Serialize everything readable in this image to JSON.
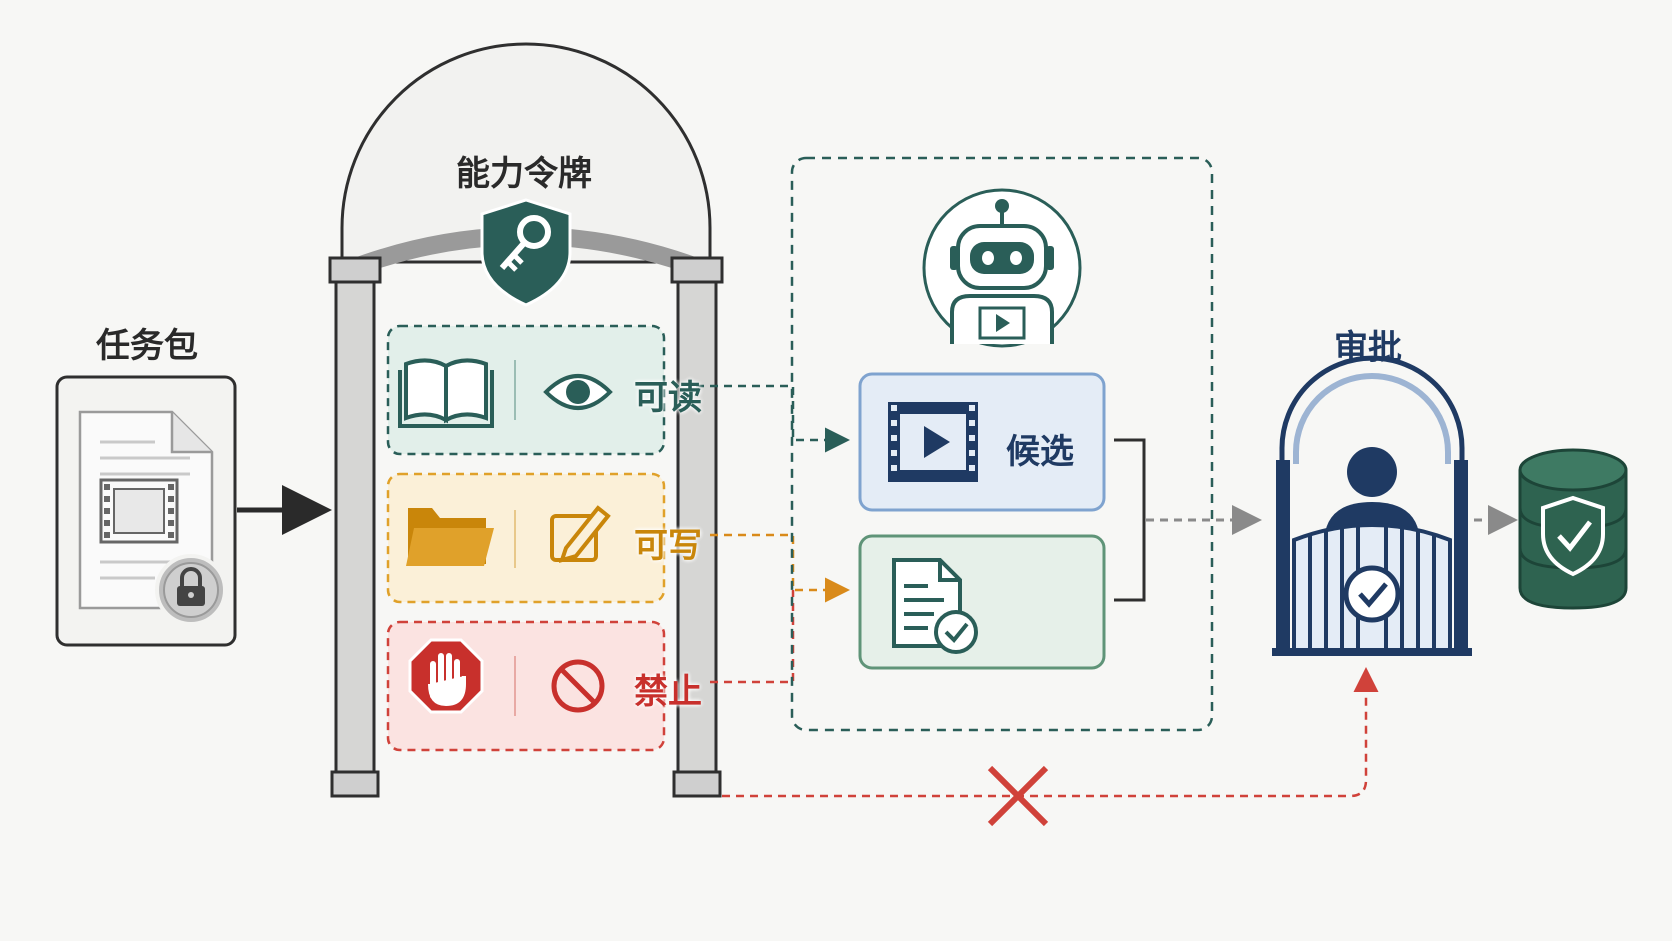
{
  "task_package": {
    "label": "任务包"
  },
  "capability_token": {
    "label": "能力令牌",
    "permissions": [
      {
        "label": "可读",
        "color": "#2a5e58"
      },
      {
        "label": "可写",
        "color": "#c9860a"
      },
      {
        "label": "禁止",
        "color": "#c8302c"
      }
    ]
  },
  "agent": {
    "candidate": {
      "label": "候选"
    }
  },
  "approval": {
    "label": "审批"
  },
  "colors": {
    "teal": "#2a5e58",
    "navy": "#1f3a63",
    "amber": "#c9860a",
    "red": "#c8302c",
    "gray": "#9a9a9a"
  }
}
